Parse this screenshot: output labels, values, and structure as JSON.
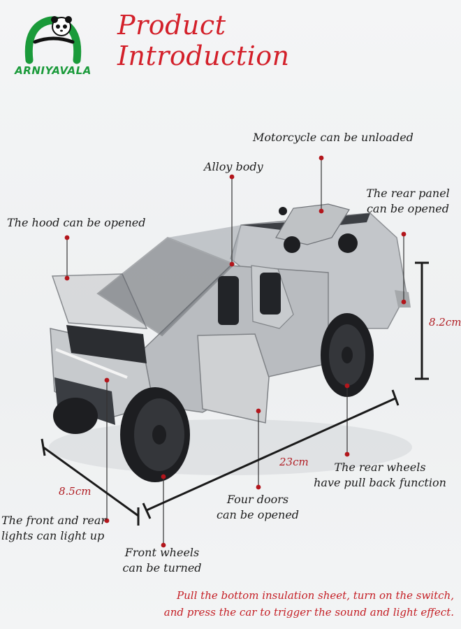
{
  "header": {
    "title": "Product Introduction",
    "brand": "ARNIYAVALA"
  },
  "callouts": {
    "motorcycle": "Motorcycle can be unloaded",
    "alloy": "Alloy body",
    "rear_panel_1": "The rear panel",
    "rear_panel_2": "can be opened",
    "hood": "The hood can be opened",
    "lights_1": "The front and rear",
    "lights_2": "lights can light up",
    "front_wheels_1": "Front wheels",
    "front_wheels_2": "can be turned",
    "doors_1": "Four doors",
    "doors_2": "can be opened",
    "rear_wheels_1": "The rear wheels",
    "rear_wheels_2": "have pull back function"
  },
  "dimensions": {
    "height": "8.2cm",
    "length": "23cm",
    "width": "8.5cm"
  },
  "footer": {
    "line1": "Pull the bottom insulation sheet, turn on the switch,",
    "line2": "and press the car to trigger the sound and light effect."
  },
  "colors": {
    "title": "#d3202a",
    "brand": "#1a9a3a",
    "dot": "#b3161c",
    "body": "#b9bcc0"
  }
}
